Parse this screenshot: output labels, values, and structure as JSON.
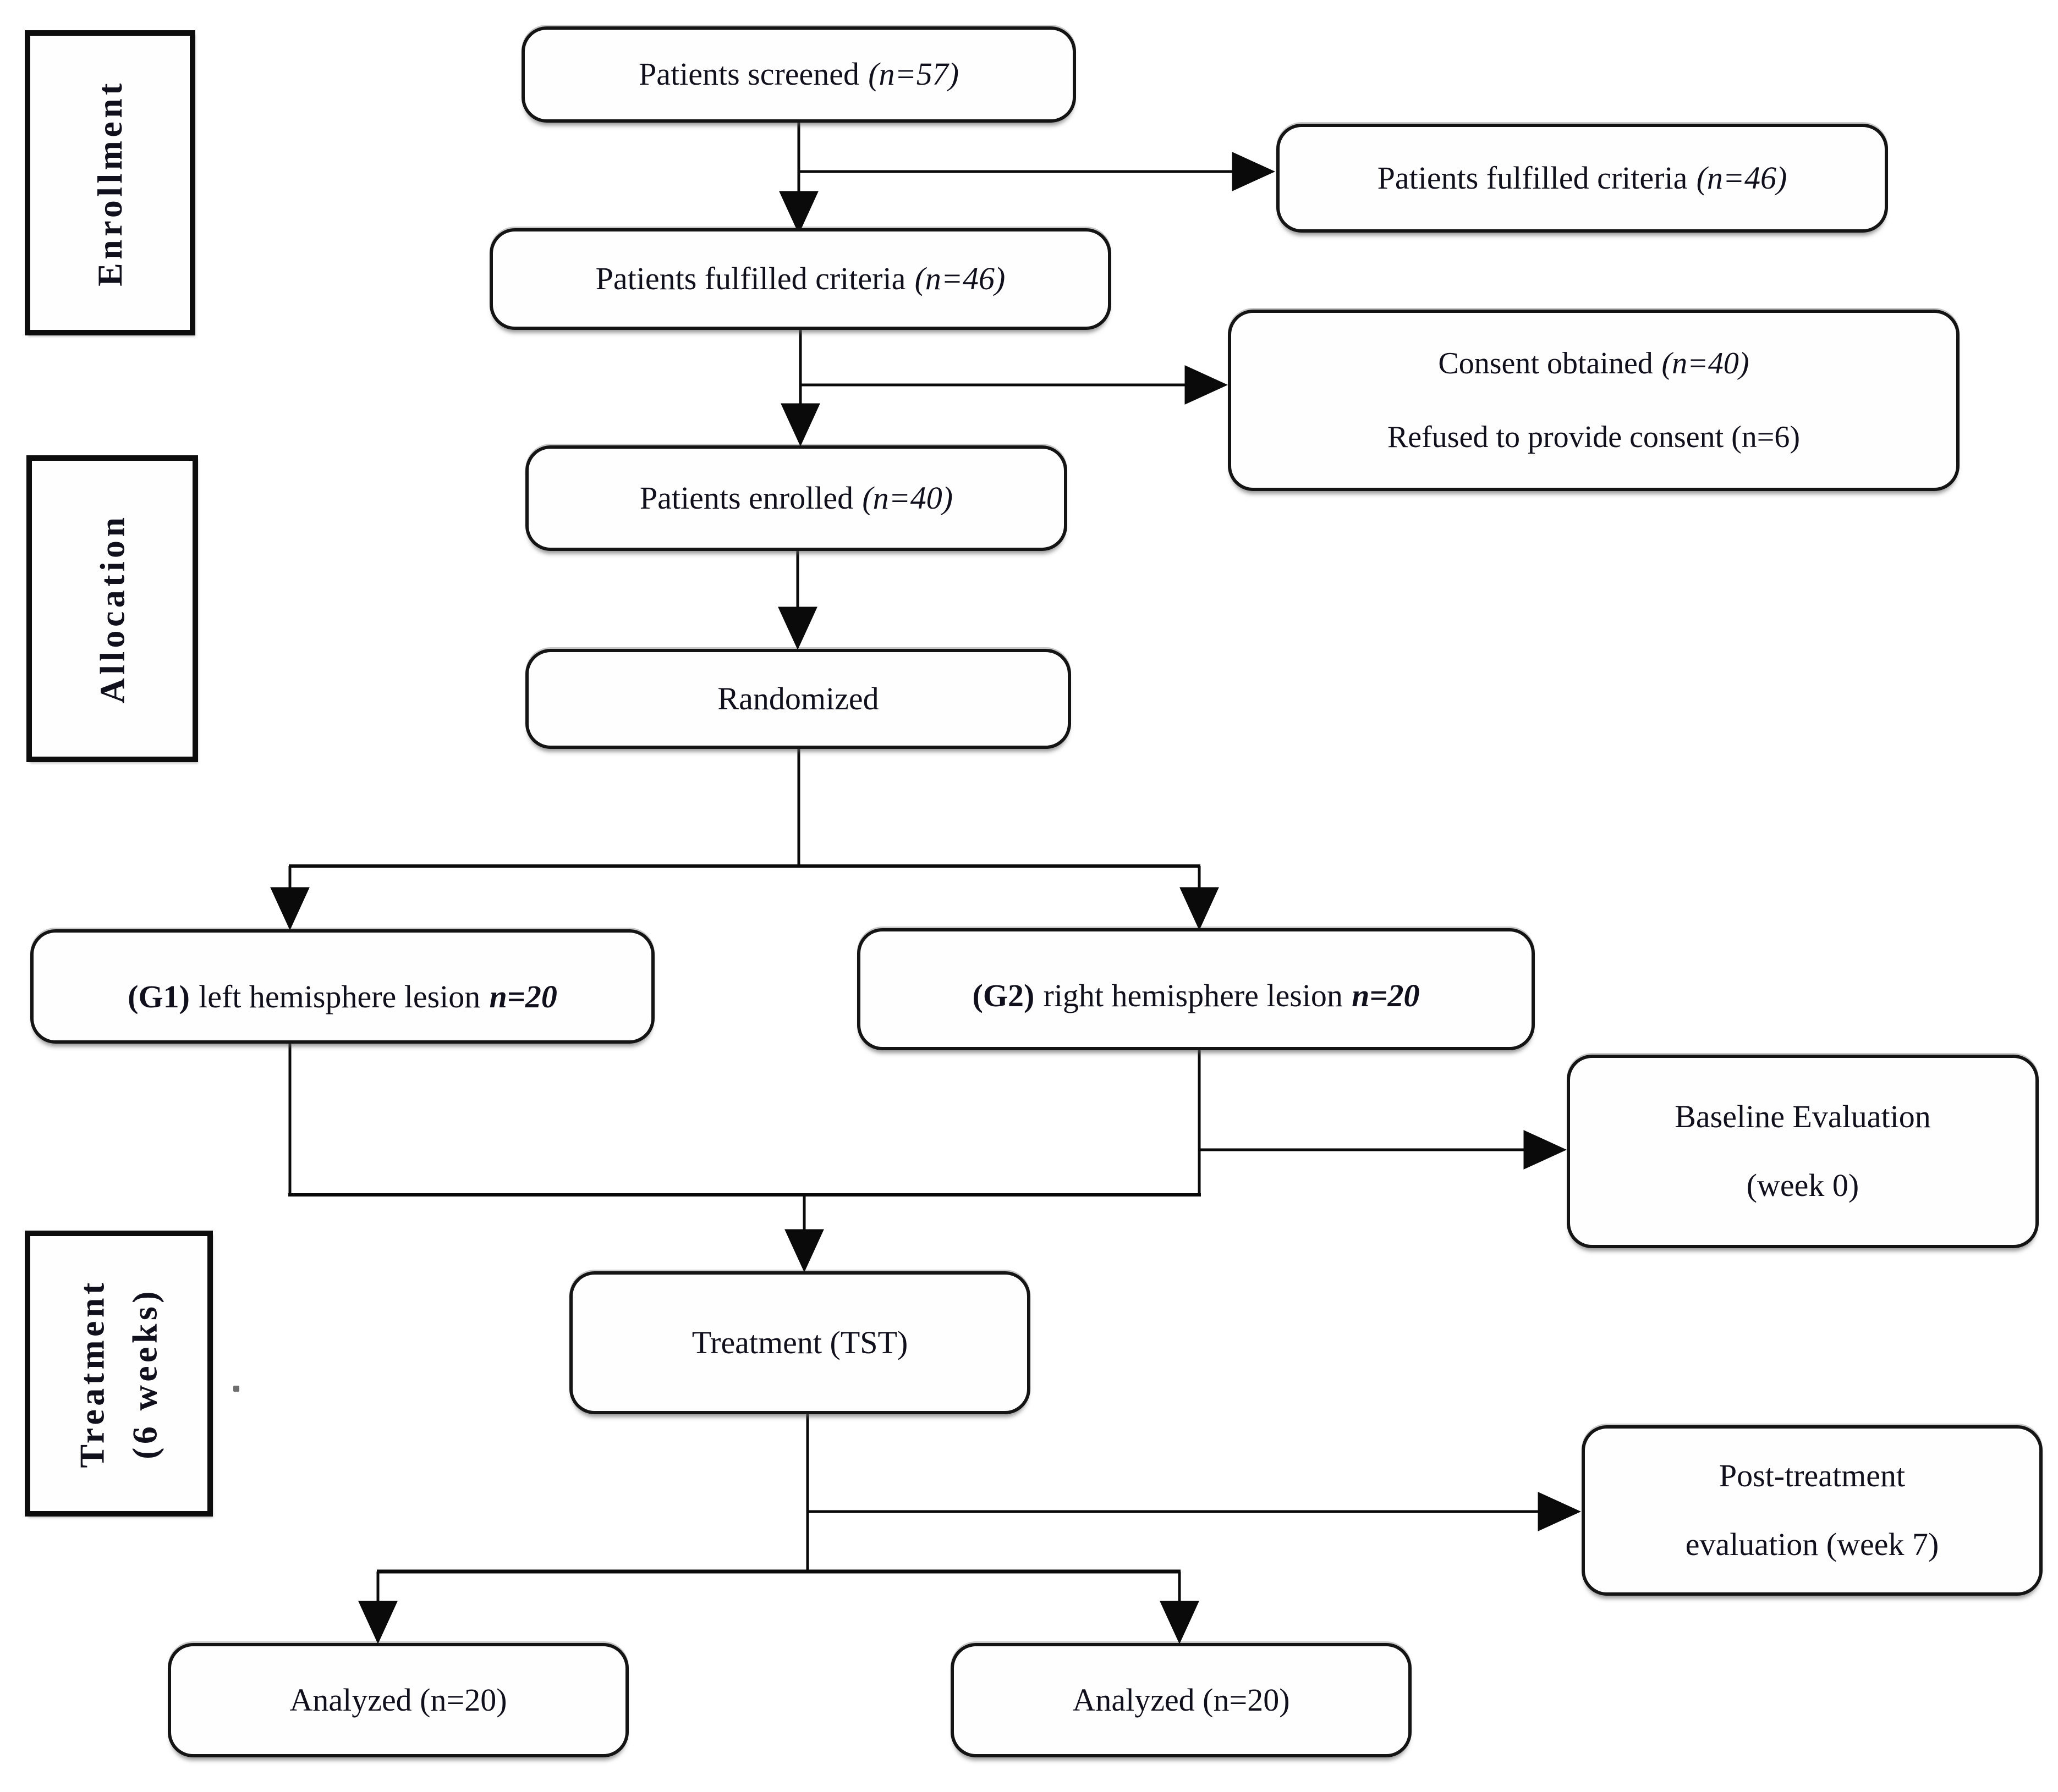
{
  "stage_labels": {
    "enrollment": "Enrollment",
    "allocation": "Allocation",
    "treatment": {
      "line1": "Treatment",
      "line2": "(6 weeks)"
    }
  },
  "nodes": {
    "screened": {
      "text": "Patients screened",
      "n": "(n=57)"
    },
    "criteria_side": {
      "text": "Patients fulfilled criteria",
      "n": "(n=46)"
    },
    "criteria": {
      "text": "Patients fulfilled criteria",
      "n": "(n=46)"
    },
    "consent": {
      "line1_text": "Consent obtained",
      "line1_n": "(n=40)",
      "line2": "Refused to provide consent (n=6)"
    },
    "enrolled": {
      "text": "Patients enrolled",
      "n": "(n=40)"
    },
    "randomized": {
      "text": "Randomized"
    },
    "group1": {
      "prefix": "(G1)",
      "text": "left hemisphere lesion",
      "n": "n=20"
    },
    "group2": {
      "prefix": "(G2)",
      "text": "right hemisphere lesion",
      "n": "n=20"
    },
    "baseline": {
      "line1": "Baseline Evaluation",
      "line2": "(week 0)"
    },
    "treatment": {
      "text": "Treatment (TST)"
    },
    "post_treatment": {
      "line1": "Post-treatment",
      "line2": "evaluation (week 7)"
    },
    "analyzed_g1": {
      "text": "Analyzed (n=20)"
    },
    "analyzed_g2": {
      "text": "Analyzed (n=20)"
    }
  },
  "colors": {
    "ink": "#10101c",
    "border": "#141414",
    "box_fill": "#fffefe",
    "connector": "#0a0a0a"
  }
}
